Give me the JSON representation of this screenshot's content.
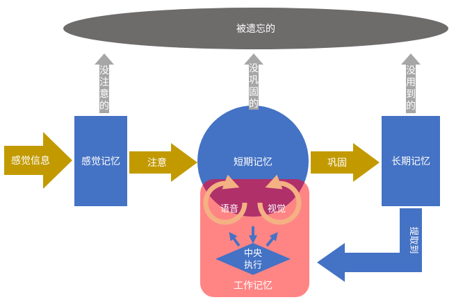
{
  "diagram": {
    "forgotten": "被遗忘的",
    "sensory_input": "感觉信息",
    "sensory_memory": "感觉记忆",
    "attention": "注意",
    "short_term_memory": "短期记忆",
    "consolidation": "巩固",
    "long_term_memory": "长期记忆",
    "working_memory": "工作记忆",
    "phonological": "语音",
    "visual": "视觉",
    "central_executive_line1": "中央",
    "central_executive_line2": "执行",
    "retrieval": "提取到",
    "not_attended": [
      "没",
      "注",
      "意",
      "的"
    ],
    "not_consolidated": [
      "没",
      "巩",
      "固",
      "的"
    ],
    "not_used": [
      "没",
      "用",
      "到",
      "的"
    ]
  },
  "colors": {
    "gold": "#C29A00",
    "blue": "#4472C4",
    "ellipse": "#6E6B6B",
    "grey_arrow": "#A6A6A6",
    "working_memory_fill": "#FF8585",
    "overlap": "#B0306A",
    "loop": "#F4B183",
    "executive": "#4472C4",
    "text_light": "#FFFFFF"
  }
}
